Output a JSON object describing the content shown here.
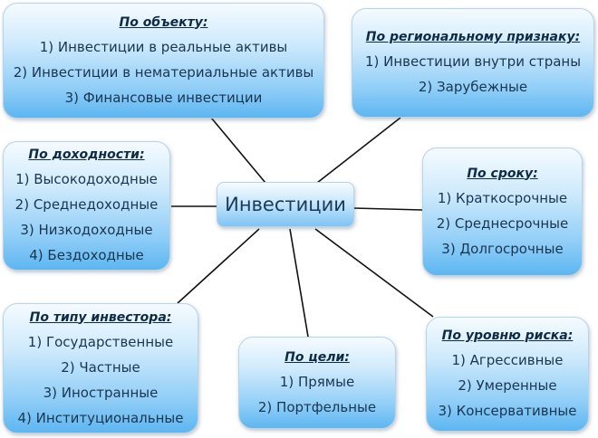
{
  "center": {
    "label": "Инвестиции"
  },
  "nodes": {
    "object": {
      "title": "По объекту:",
      "items": [
        "1) Инвестиции в реальные активы",
        "2) Инвестиции в нематериальные активы",
        "3) Финансовые инвестиции"
      ]
    },
    "region": {
      "title": "По региональному признаку:",
      "items": [
        "1) Инвестиции внутри страны",
        "2) Зарубежные"
      ]
    },
    "income": {
      "title": "По доходности:",
      "items": [
        "1) Высокодоходные",
        "2) Среднедоходные",
        "3) Низкодоходные",
        "4) Бездоходные"
      ]
    },
    "term": {
      "title": "По сроку:",
      "items": [
        "1) Краткосрочные",
        "2) Среднесрочные",
        "3) Долгосрочные"
      ]
    },
    "investor": {
      "title": "По типу инвестора:",
      "items": [
        "1) Государственные",
        "2) Частные",
        "3) Иностранные",
        "4) Институциональные"
      ]
    },
    "goal": {
      "title": "По цели:",
      "items": [
        "1) Прямые",
        "2) Портфельные"
      ]
    },
    "risk": {
      "title": "По уровню риска:",
      "items": [
        "1) Агрессивные",
        "2) Умеренные",
        "3) Консервативные"
      ]
    }
  }
}
